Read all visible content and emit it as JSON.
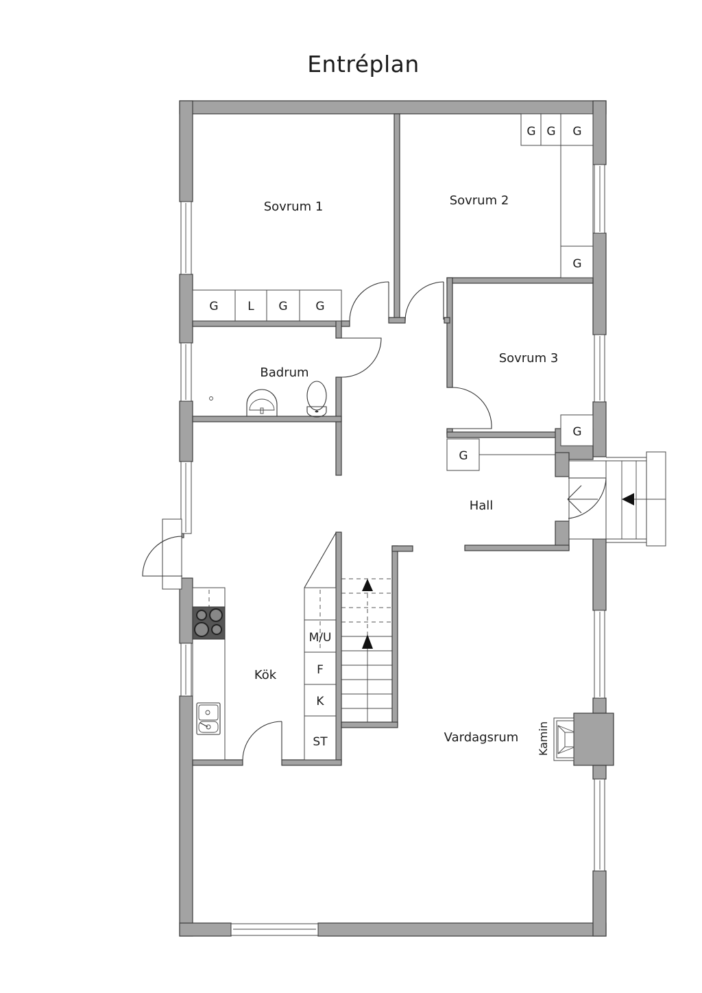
{
  "title": "Entréplan",
  "rooms": {
    "sovrum1": "Sovrum 1",
    "sovrum2": "Sovrum 2",
    "sovrum3": "Sovrum 3",
    "badrum": "Badrum",
    "hall": "Hall",
    "kok": "Kök",
    "vardagsrum": "Vardagsrum"
  },
  "fixtures": {
    "kamin": "Kamin"
  },
  "storage": {
    "sovrum1": [
      "G",
      "L",
      "G",
      "G"
    ],
    "sovrum2_top": [
      "G",
      "G",
      "G"
    ],
    "sovrum2_side": "G",
    "sovrum3": "G",
    "hall": "G"
  },
  "kitchen_units": [
    "M/U",
    "F",
    "K",
    "ST"
  ],
  "colors": {
    "wall": "#a3a3a3",
    "outline": "#3a3a3a",
    "stove": "#555555"
  }
}
